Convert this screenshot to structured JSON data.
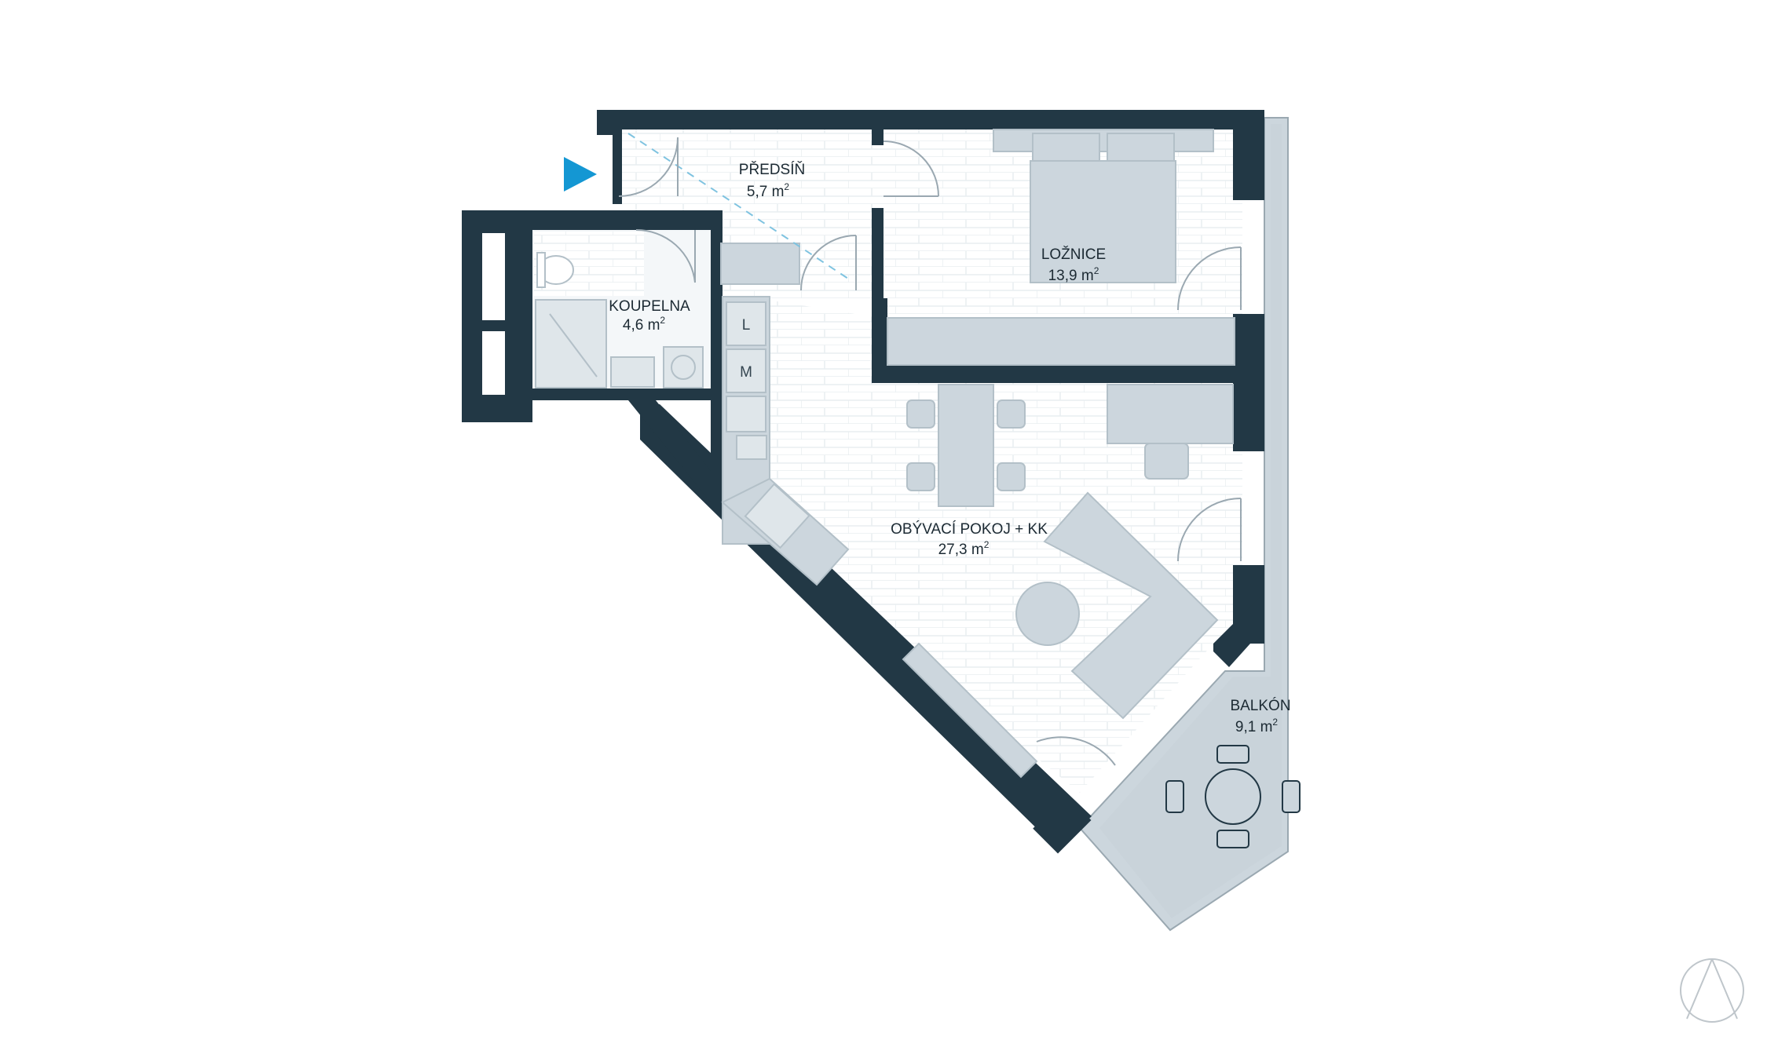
{
  "rooms": [
    {
      "name": "PŘEDSÍŇ",
      "area": "5,7 m",
      "unit_sup": "2"
    },
    {
      "name": "KOUPELNA",
      "area": "4,6 m",
      "unit_sup": "2"
    },
    {
      "name": "LOŽNICE",
      "area": "13,9 m",
      "unit_sup": "2"
    },
    {
      "name": "OBÝVACÍ POKOJ + KK",
      "area": "27,3 m",
      "unit_sup": "2"
    },
    {
      "name": "BALKÓN",
      "area": "9,1 m",
      "unit_sup": "2"
    }
  ],
  "appliances": {
    "laundry": "L",
    "dishwasher": "M"
  },
  "colors": {
    "wall": "#223845",
    "furniture": "#ccd6dd",
    "entry_marker": "#1497d3",
    "floor_lines": "#e6ebee"
  },
  "icons": {
    "entry": "entry-arrow-icon",
    "compass": "north-compass-icon"
  }
}
